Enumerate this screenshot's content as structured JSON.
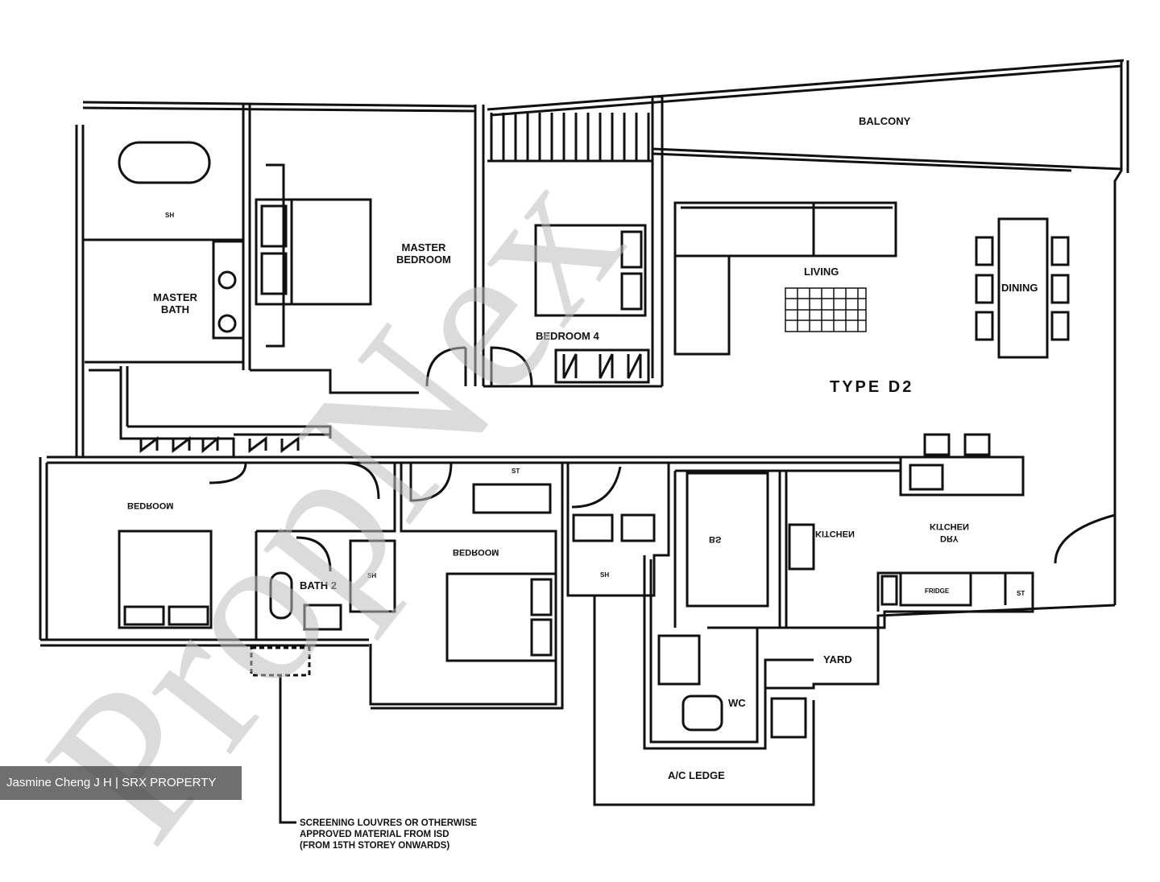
{
  "labels": {
    "balcony": "BALCONY",
    "master_bedroom": "MASTER\nBEDROOM",
    "master_bath": "MASTER\nBATH",
    "bedroom4": "BEDROOM 4",
    "living": "LIVING",
    "dining": "DINING",
    "type": "TYPE D2",
    "bedroom2": "BEDROOM",
    "bath2": "BATH 2",
    "bedroom3": "BEDROOM",
    "wc": "WC",
    "yard": "YARD",
    "ac_ledge": "A/C LEDGE",
    "kitchen": "KITCHEN",
    "dry_kitchen": "DRY\nKITCHEN",
    "fridge": "FRIDGE",
    "st_right": "ST",
    "st_center": "ST",
    "sh_master": "SH",
    "sh_bath2": "SH",
    "sh_common": "SH",
    "bs": "BS"
  },
  "note": "SCREENING LOUVRES OR OTHERWISE\nAPPROVED MATERIAL FROM ISD\n(FROM 15TH STOREY ONWARDS)",
  "watermark": "PropNex",
  "credit": "Jasmine Cheng J H | SRX PROPERTY",
  "colors": {
    "line": "#111111",
    "watermark": "#bdbdbd"
  }
}
